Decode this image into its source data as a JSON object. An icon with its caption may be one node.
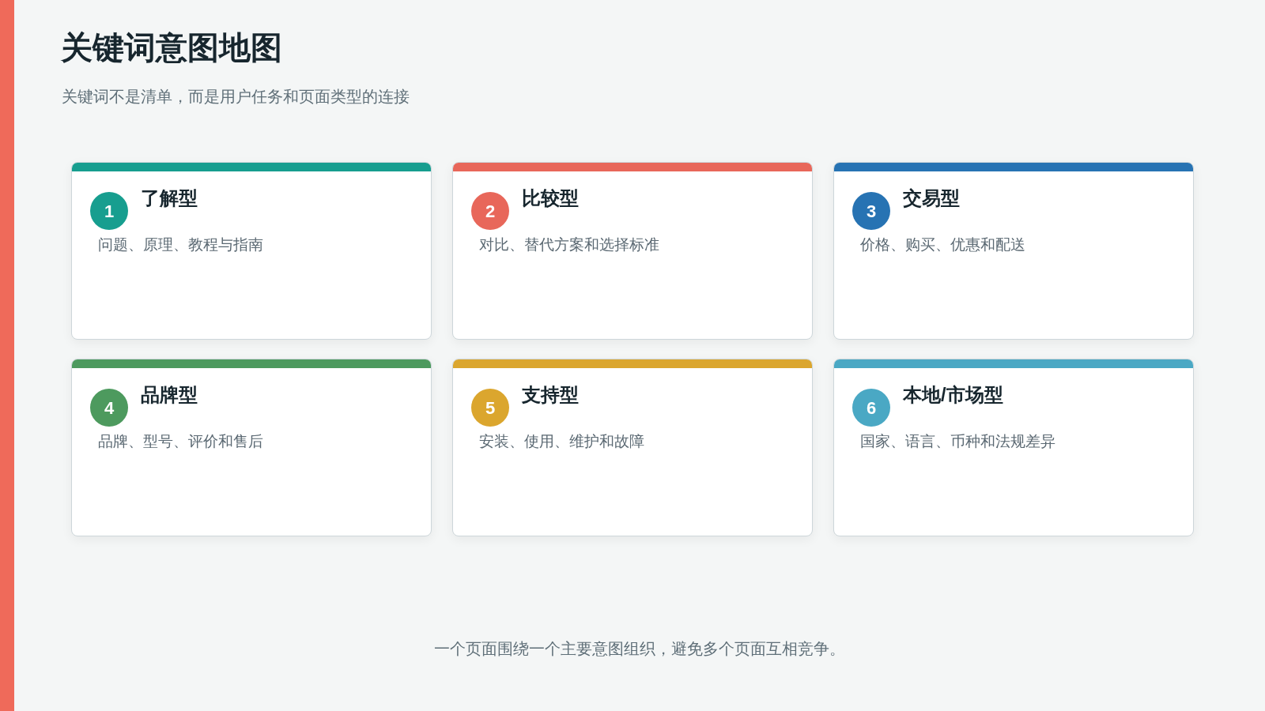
{
  "diagram": {
    "title": "关键词意图地图",
    "caption": "一个页面围绕一个主要意图组织，避免多个页面互相竞争。",
    "nodes": [
      {
        "text": [
          "了解型",
          "问题、原理、教程与指南"
        ]
      },
      {
        "text": [
          "1"
        ],
        "in": 0
      },
      {
        "text": [
          "比较型",
          "对比、替代方案和选择标准"
        ]
      },
      {
        "text": [
          "2"
        ],
        "in": 2
      },
      {
        "text": [
          "交易型",
          "价格、购买、优惠和配送"
        ]
      },
      {
        "text": [
          "3"
        ],
        "in": 4
      },
      {
        "text": [
          "品牌型",
          "品牌、型号、评价和售后"
        ]
      },
      {
        "text": [
          "4"
        ],
        "in": 6
      },
      {
        "text": [
          "支持型",
          "安装、使用、维护和故障"
        ]
      },
      {
        "text": [
          "5"
        ],
        "in": 8
      },
      {
        "text": [
          "本地/市场型",
          "国家、语言、币种和法规差异"
        ]
      },
      {
        "text": [
          "6"
        ],
        "in": 10
      }
    ],
    "labels": [
      "关键词不是清单，而是用户任务和页面类型的连接"
    ]
  }
}
